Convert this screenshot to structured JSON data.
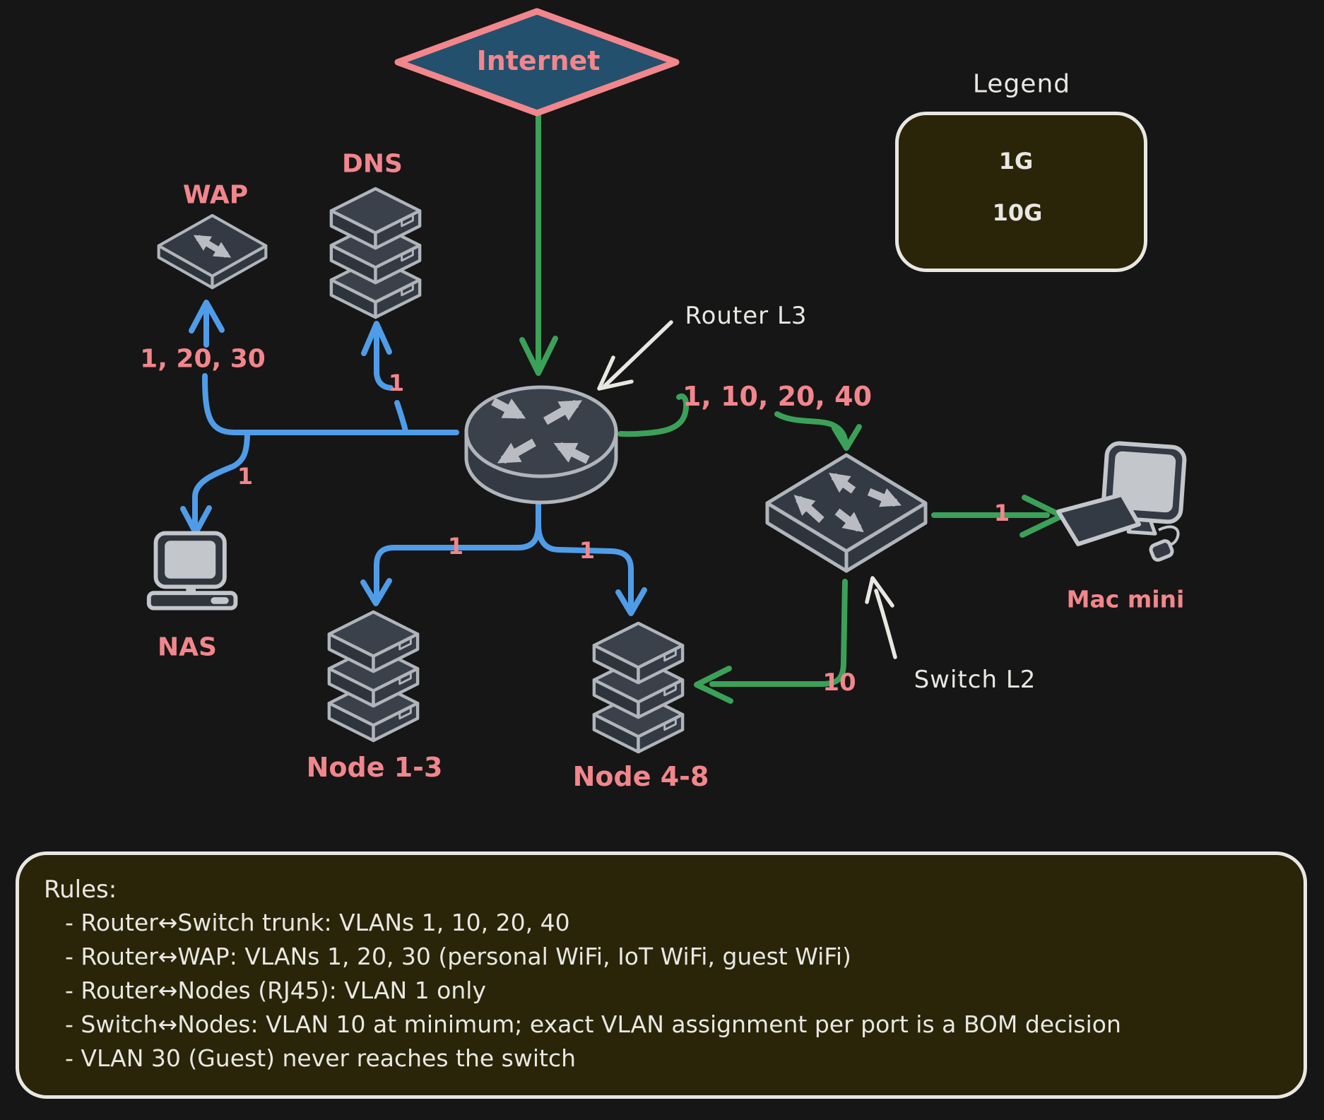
{
  "colors": {
    "background": "#161616",
    "blue": "#4f9de8",
    "green": "#3ba159",
    "salmon": "#f2868c",
    "ink": "#e9e7e2",
    "panel_bg": "#2a2408",
    "panel_border": "#e9e7e2",
    "internet_fill": "#23506c",
    "device_fill": "#343a43",
    "device_stroke": "#b0b5bb"
  },
  "legend": {
    "title": "Legend",
    "items": [
      {
        "label": "1G",
        "speed_color": "blue"
      },
      {
        "label": "10G",
        "speed_color": "green"
      }
    ]
  },
  "nodes": {
    "internet": {
      "label": "Internet"
    },
    "wap": {
      "label": "WAP"
    },
    "dns": {
      "label": "DNS"
    },
    "router": {
      "label": "Router L3"
    },
    "switch": {
      "label": "Switch L2"
    },
    "nas": {
      "label": "NAS"
    },
    "node_1_3": {
      "label": "Node 1-3"
    },
    "node_4_8": {
      "label": "Node 4-8"
    },
    "mac_mini": {
      "label": "Mac mini"
    }
  },
  "edge_labels": {
    "router_wap": "1, 20, 30",
    "router_dns": "1",
    "router_nas": "1",
    "router_node_1_3": "1",
    "router_node_4_8": "1",
    "router_switch_trunk": "1, 10, 20, 40",
    "switch_mac_mini": "1",
    "switch_node_4_8": "10"
  },
  "rules": {
    "title": "Rules:",
    "items": [
      "- Router↔Switch trunk: VLANs 1, 10, 20, 40",
      "- Router↔WAP: VLANs 1, 20, 30 (personal WiFi, IoT WiFi, guest WiFi)",
      "- Router↔Nodes (RJ45): VLAN 1 only",
      "- Switch↔Nodes: VLAN 10 at minimum; exact VLAN assignment per port is a BOM decision",
      "- VLAN 30 (Guest) never reaches the switch"
    ]
  }
}
